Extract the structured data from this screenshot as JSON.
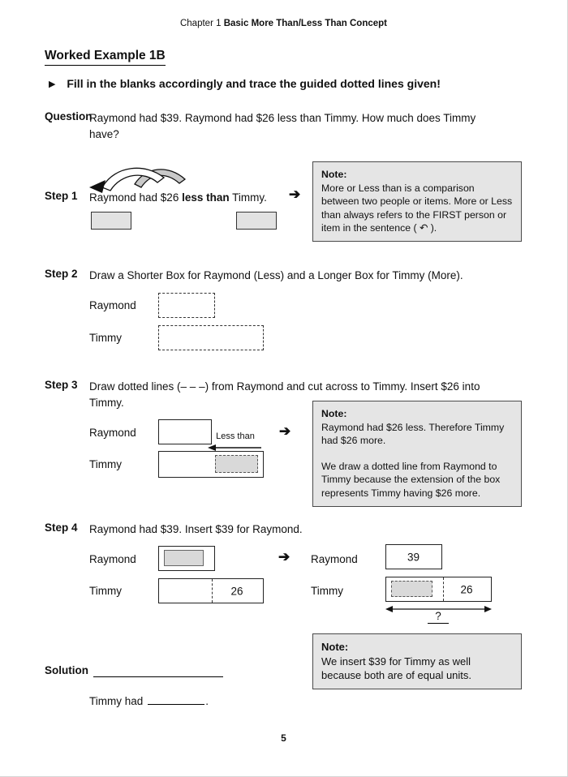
{
  "icons": {
    "bullet": "▶",
    "arrow_right": "➔"
  },
  "header": {
    "chapter": "Chapter 1",
    "title": "Basic More Than/Less Than Concept"
  },
  "title": "Worked Example 1B",
  "instruction": "Fill in the blanks accordingly and trace the guided dotted lines given!",
  "question": {
    "label": "Question",
    "text": "Raymond had $39. Raymond had $26 less than Timmy. How much does Timmy have?"
  },
  "steps": {
    "step1": {
      "label": "Step 1",
      "text_before": "Raymond had $26 ",
      "text_bold": "less than",
      "text_after": " Timmy.",
      "note_label": "Note:",
      "note_text": "More or Less than is a comparison between two people or items. More or Less than always refers to the FIRST person or item in the sentence ( ↶ )."
    },
    "step2": {
      "label": "Step 2",
      "text": "Draw a Shorter Box for Raymond (Less) and a Longer Box for Timmy (More).",
      "raymond": "Raymond",
      "timmy": "Timmy"
    },
    "step3": {
      "label": "Step 3",
      "text": "Draw dotted lines (– – –) from Raymond and cut across to Timmy. Insert $26 into Timmy.",
      "raymond": "Raymond",
      "timmy": "Timmy",
      "less_than": "Less than",
      "note_label": "Note:",
      "note_para1": "Raymond had $26 less. Therefore Timmy had $26 more.",
      "note_para2": "We draw a dotted line from Raymond to Timmy because the extension of the box represents Timmy having $26 more."
    },
    "step4": {
      "label": "Step 4",
      "text": "Raymond had $39. Insert $39 for Raymond.",
      "left": {
        "raymond": "Raymond",
        "timmy": "Timmy",
        "timmy_value": "26"
      },
      "right": {
        "raymond": "Raymond",
        "raymond_value": "39",
        "timmy": "Timmy",
        "timmy_value": "26",
        "unknown": "?"
      },
      "note_label": "Note:",
      "note_text": "We insert $39 for Timmy as well because both are of equal units."
    }
  },
  "solution": {
    "label": "Solution",
    "answer_prefix": "Timmy had",
    "answer_period": "."
  },
  "footer": {
    "page_number": "5"
  }
}
